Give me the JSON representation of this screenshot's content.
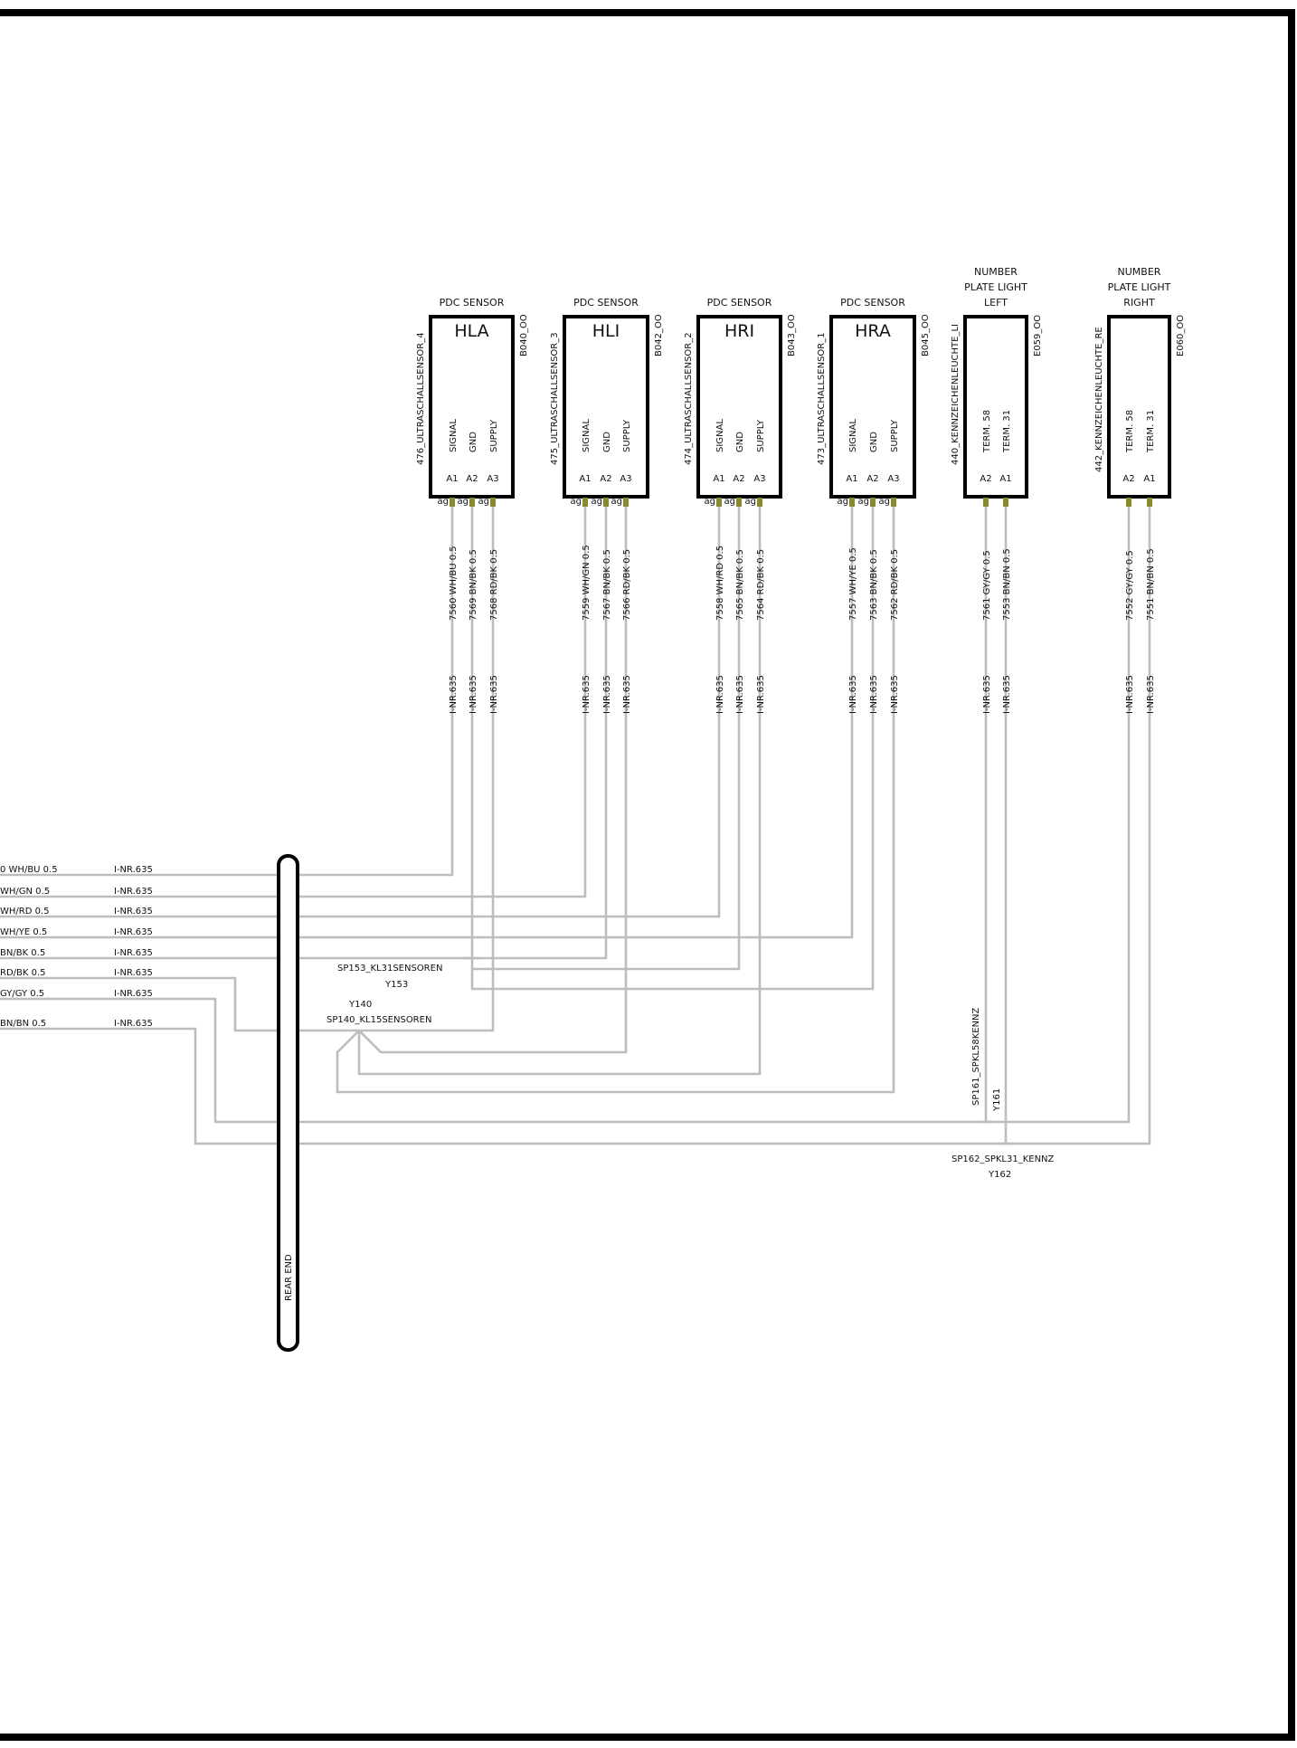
{
  "components": [
    {
      "title": [
        "PDC SENSOR"
      ],
      "code": "HLA",
      "name": "476_ULTRASCHALLSENSOR_4",
      "ref": "B040_OO",
      "pins": [
        {
          "label": "A1",
          "func": "SIGNAL"
        },
        {
          "label": "A2",
          "func": "GND"
        },
        {
          "label": "A3",
          "func": "SUPPLY"
        }
      ],
      "wires": [
        "7560 WH/BU 0.5",
        "7569 BN/BK 0.5",
        "7568 RD/BK 0.5"
      ]
    },
    {
      "title": [
        "PDC SENSOR"
      ],
      "code": "HLI",
      "name": "475_ULTRASCHALLSENSOR_3",
      "ref": "B042_OO",
      "pins": [
        {
          "label": "A1",
          "func": "SIGNAL"
        },
        {
          "label": "A2",
          "func": "GND"
        },
        {
          "label": "A3",
          "func": "SUPPLY"
        }
      ],
      "wires": [
        "7559 WH/GN 0.5",
        "7567 BN/BK 0.5",
        "7566 RD/BK 0.5"
      ]
    },
    {
      "title": [
        "PDC SENSOR"
      ],
      "code": "HRI",
      "name": "474_ULTRASCHALLSENSOR_2",
      "ref": "B043_OO",
      "pins": [
        {
          "label": "A1",
          "func": "SIGNAL"
        },
        {
          "label": "A2",
          "func": "GND"
        },
        {
          "label": "A3",
          "func": "SUPPLY"
        }
      ],
      "wires": [
        "7558 WH/RD 0.5",
        "7565 BN/BK 0.5",
        "7564 RD/BK 0.5"
      ]
    },
    {
      "title": [
        "PDC SENSOR"
      ],
      "code": "HRA",
      "name": "473_ULTRASCHALLSENSOR_1",
      "ref": "B045_OO",
      "pins": [
        {
          "label": "A1",
          "func": "SIGNAL"
        },
        {
          "label": "A2",
          "func": "GND"
        },
        {
          "label": "A3",
          "func": "SUPPLY"
        }
      ],
      "wires": [
        "7557 WH/YE 0.5",
        "7563 BN/BK 0.5",
        "7562 RD/BK 0.5"
      ]
    },
    {
      "title": [
        "NUMBER",
        "PLATE LIGHT",
        "LEFT"
      ],
      "code": "",
      "name": "440_KENNZEICHENLEUCHTE_LI",
      "ref": "E059_OO",
      "pins": [
        {
          "label": "A2",
          "func": "TERM. 58"
        },
        {
          "label": "A1",
          "func": "TERM. 31"
        }
      ],
      "wires": [
        "7561 GY/GY 0.5",
        "7553 BN/BN 0.5"
      ]
    },
    {
      "title": [
        "NUMBER",
        "PLATE LIGHT",
        "RIGHT"
      ],
      "code": "",
      "name": "442_KENNZEICHENLEUCHTE_RE",
      "ref": "E060_OO",
      "pins": [
        {
          "label": "A2",
          "func": "TERM. 58"
        },
        {
          "label": "A1",
          "func": "TERM. 31"
        }
      ],
      "wires": [
        "7552 GY/GY 0.5",
        "7551 BN/BN 0.5"
      ]
    }
  ],
  "pin_tag": "ag",
  "connector_id": "I-NR.635",
  "left_wires": [
    "0 WH/BU 0.5",
    "WH/GN 0.5",
    "WH/RD 0.5",
    "WH/YE 0.5",
    "BN/BK 0.5",
    "RD/BK 0.5",
    "GY/GY 0.5",
    "BN/BN 0.5"
  ],
  "splices": {
    "sp153": {
      "name": "SP153_KL31SENSOREN",
      "id": "Y153"
    },
    "sp140": {
      "name": "SP140_KL15SENSOREN",
      "id": "Y140"
    },
    "sp161": {
      "name": "SP161_SPKL58KENNZ",
      "id": "Y161"
    },
    "sp162": {
      "name": "SP162_SPKL31_KENNZ",
      "id": "Y162"
    }
  },
  "bar_label": "REAR END"
}
